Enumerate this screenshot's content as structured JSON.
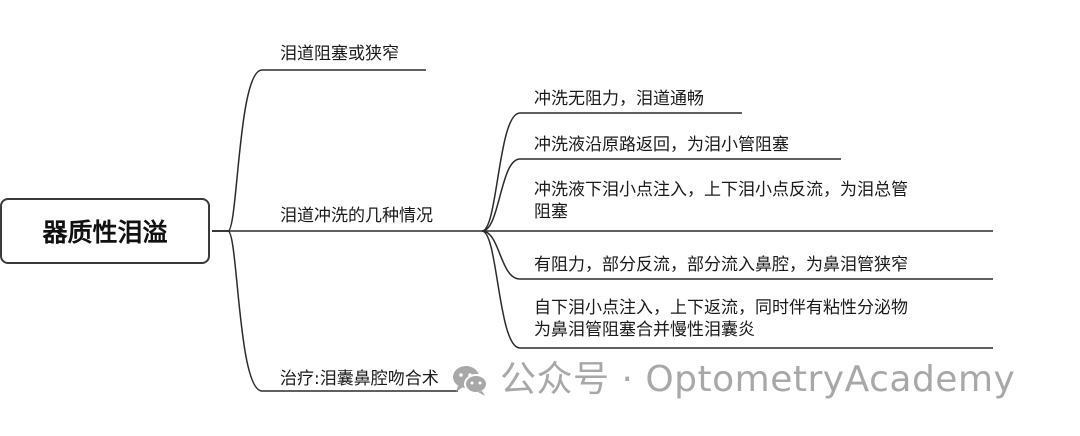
{
  "root": {
    "label": "器质性泪溢"
  },
  "branches": [
    {
      "label": "泪道阻塞或狭窄"
    },
    {
      "label": "泪道冲洗的几种情况"
    },
    {
      "label": "治疗:泪囊鼻腔吻合术"
    }
  ],
  "flush_cases": [
    {
      "line1": "冲洗无阻力，泪道通畅",
      "line2": ""
    },
    {
      "line1": "冲洗液沿原路返回，为泪小管阻塞",
      "line2": ""
    },
    {
      "line1": "冲洗液下泪小点注入，上下泪小点反流，为泪总管",
      "line2": "阻塞"
    },
    {
      "line1": "有阻力，部分反流，部分流入鼻腔，为鼻泪管狭窄",
      "line2": ""
    },
    {
      "line1": "自下泪小点注入，上下返流，同时伴有粘性分泌物",
      "line2": "为鼻泪管阻塞合并慢性泪囊炎"
    }
  ],
  "watermark": {
    "text": "公众号 · OptometryAcademy",
    "icon": "wechat-icon"
  },
  "colors": {
    "line": "#2b2b2b",
    "root_border": "#3a3a3a",
    "watermark": "#9a9a9a"
  }
}
